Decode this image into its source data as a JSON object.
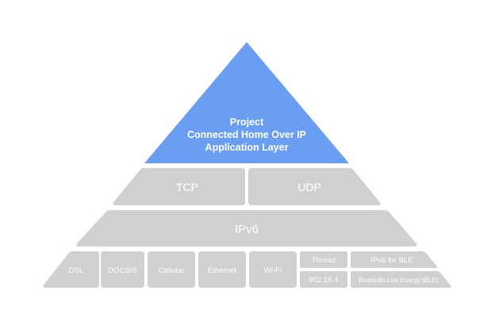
{
  "colors": {
    "accent": "#6a9ef2",
    "block": "#d0d0d0",
    "label": "#ffffff"
  },
  "pyramid": {
    "apex": {
      "lines": [
        "Project",
        "Connected Home Over IP",
        "Application Layer"
      ]
    },
    "transport": {
      "tcp": "TCP",
      "udp": "UDP"
    },
    "network": {
      "ipv6": "IPv6"
    },
    "link": {
      "dsl": "DSL",
      "docsis": "DOCSIS",
      "cellular": "Cellular",
      "ethernet": "Ethernet",
      "wifi": "Wi-Fi",
      "thread": "Thread",
      "ipv6_ble": "IPv6 for BLE",
      "ieee_802154": "802.15.4",
      "ble": "Bluetooth Low Energy (BLE)"
    }
  }
}
